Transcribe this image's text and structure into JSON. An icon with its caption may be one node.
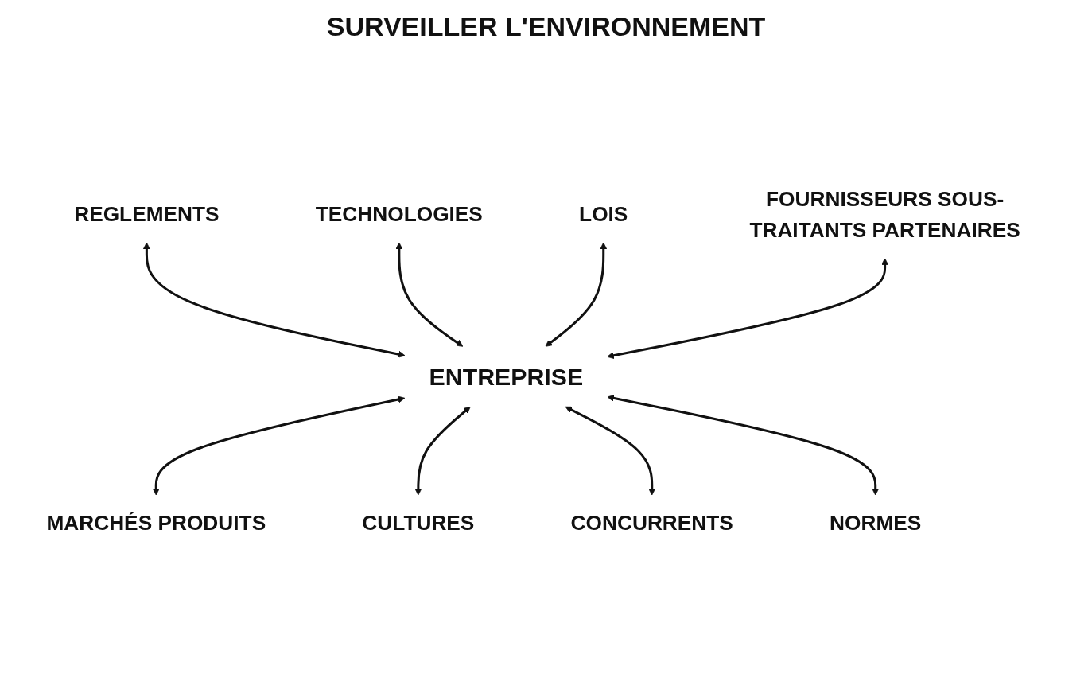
{
  "diagram": {
    "title": "SURVEILLER L'ENVIRONNEMENT",
    "nodes": [
      {
        "text": [
          "REGLEMENTS"
        ]
      },
      {
        "text": [
          "TECHNOLOGIES"
        ]
      },
      {
        "text": [
          "LOIS"
        ]
      },
      {
        "text": [
          "FOURNISSEURS SOUS-TRAITANTS PARTENAIRES"
        ]
      },
      {
        "text": [
          "ENTREPRISE"
        ]
      },
      {
        "text": [
          "MARCHÉS PRODUITS"
        ]
      },
      {
        "text": [
          "CULTURES"
        ]
      },
      {
        "text": [
          "NORMES"
        ]
      },
      {
        "text": [
          "CONCURRENTS"
        ]
      }
    ],
    "edges": [
      {
        "from": 0,
        "to": 4,
        "arrow": "both"
      },
      {
        "from": 1,
        "to": 4,
        "arrow": "both"
      },
      {
        "from": 2,
        "to": 4,
        "arrow": "both"
      },
      {
        "from": 3,
        "to": 4,
        "arrow": "both"
      },
      {
        "from": 4,
        "to": 5,
        "arrow": "both"
      },
      {
        "from": 4,
        "to": 6,
        "arrow": "both"
      },
      {
        "from": 4,
        "to": 8,
        "arrow": "both"
      },
      {
        "from": 4,
        "to": 7,
        "arrow": "both"
      }
    ]
  }
}
